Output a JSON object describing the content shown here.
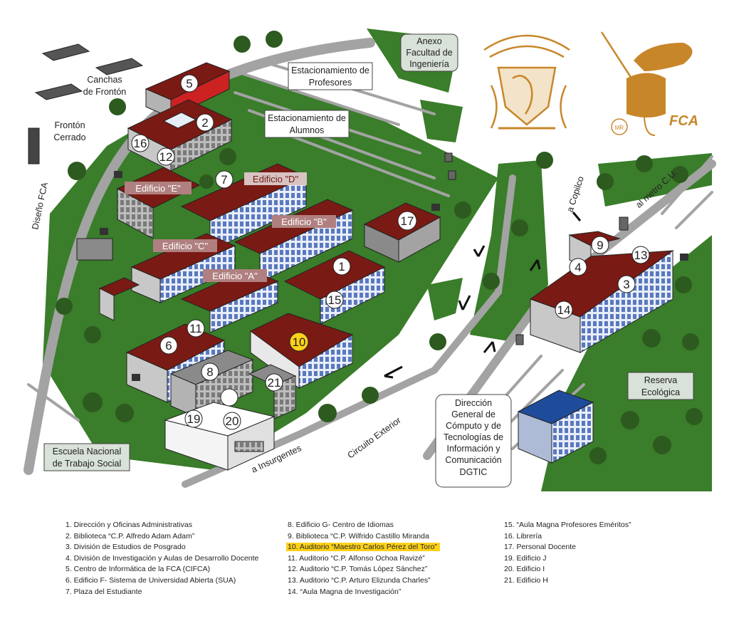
{
  "map_labels": {
    "canchas": [
      "Canchas",
      "de Frontón"
    ],
    "fronton": [
      "Frontón",
      "Cerrado"
    ],
    "diseno": "Diseño FCA",
    "est_profesores": [
      "Estacionamiento de",
      "Profesores"
    ],
    "est_alumnos": [
      "Estacionamiento de",
      "Alumnos"
    ],
    "anexo": [
      "Anexo",
      "Facultad de",
      "Ingeniería"
    ],
    "copilco": "a Copilco",
    "metro": "al metro C.U.",
    "reserva": [
      "Reserva",
      "Ecológica"
    ],
    "escuela": [
      "Escuela Nacional",
      "de Trabajo Social"
    ],
    "insurgentes": "a Insurgentes",
    "circuito": "Circuito Exterior",
    "dgtic": [
      "Dirección",
      "General de",
      "Cómputo y de",
      "Tecnologías de",
      "Información y",
      "Comunicación",
      "DGTIC"
    ],
    "fca_logo": "FCA",
    "mr": "MR"
  },
  "building_labels": {
    "d": "Edificio \"D\"",
    "e": "Edificio \"E\"",
    "b": "Edificio \"B\"",
    "c": "Edificio \"C\"",
    "a": "Edificio \"A\""
  },
  "numbers": {
    "n1": "1",
    "n2": "2",
    "n3": "3",
    "n4": "4",
    "n5": "5",
    "n6": "6",
    "n7": "7",
    "n8": "8",
    "n9": "9",
    "n10": "10",
    "n11": "11",
    "n12": "12",
    "n13": "13",
    "n14": "14",
    "n15": "15",
    "n16": "16",
    "n17": "17",
    "n19": "19",
    "n20": "20",
    "n21": "21"
  },
  "legend": {
    "col1": [
      "1. Dirección y Oficinas Administrativas",
      "2. Biblioteca “C.P. Alfredo Adam Adam”",
      "3. División de Estudios de Posgrado",
      "4. División de Investigación y Aulas de Desarrollo Docente",
      "5. Centro de Informática de la FCA (CIFCA)",
      "6. Edificio F- Sistema de Universidad Abierta (SUA)",
      "7. Plaza del Estudiante"
    ],
    "col2": [
      "8. Edificio G- Centro de Idiomas",
      "9. Biblioteca “C.P. Wilfrido Castillo Miranda",
      "10. Auditorio “Maestro Carlos Pérez del Toro”",
      "11. Auditorio “C.P. Alfonso Ochoa Ravizé”",
      "12. Auditorio “C.P. Tomás López Sánchez”",
      "13. Auditorio “C.P. Arturo Elizunda Charles”",
      "14. “Aula Magna de Investigación”"
    ],
    "col3": [
      "15. “Aula Magna Profesores Eméritos”",
      "16. Librería",
      "17. Personal Docente",
      "19. Edificio J",
      "20. Edificio I",
      "21. Edificio H"
    ]
  },
  "colors": {
    "grass": "#3a7d2a",
    "roof": "#7a1a14",
    "highlight": "#ffd21a",
    "gold": "#c8862a",
    "road": "#9a9a9a"
  }
}
